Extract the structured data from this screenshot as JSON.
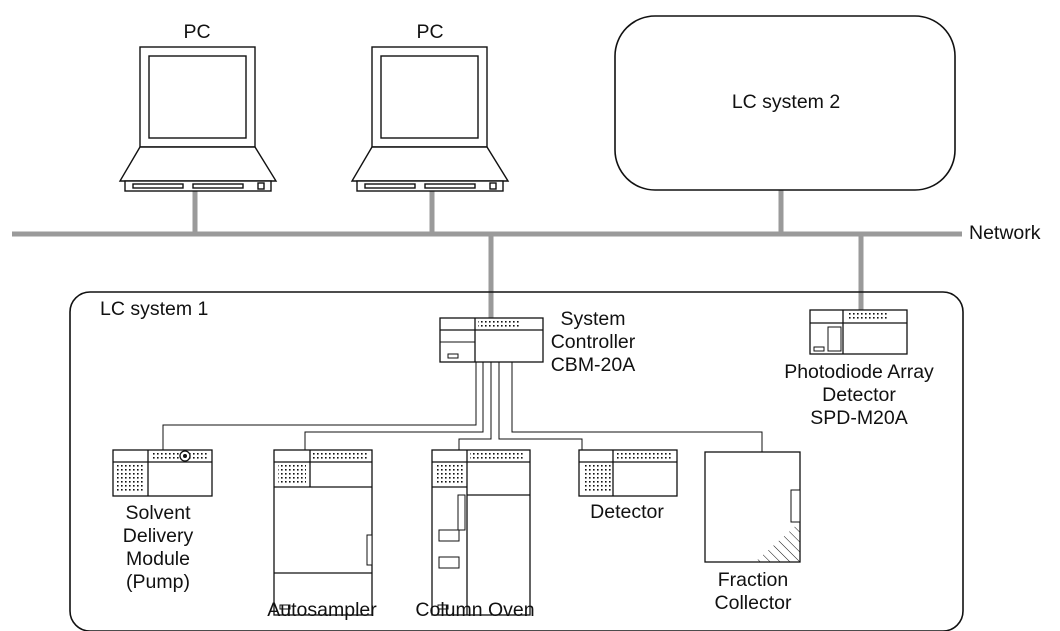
{
  "labels": {
    "pc1": "PC",
    "pc2": "PC",
    "lc_system_2": "LC system 2",
    "network": "Network",
    "lc_system_1": "LC system 1",
    "system_controller": [
      "System",
      "Controller",
      "CBM-20A"
    ],
    "pda_detector": [
      "Photodiode Array",
      "Detector",
      "SPD-M20A"
    ],
    "solvent_delivery": [
      "Solvent",
      "Delivery",
      "Module",
      "(Pump)"
    ],
    "autosampler": "Autosampler",
    "column_oven": "Column Oven",
    "detector": "Detector",
    "fraction_collector": [
      "Fraction",
      "Collector"
    ]
  },
  "colors": {
    "network_line": "#9a9a9a",
    "stroke": "#111111",
    "background": "#ffffff"
  }
}
